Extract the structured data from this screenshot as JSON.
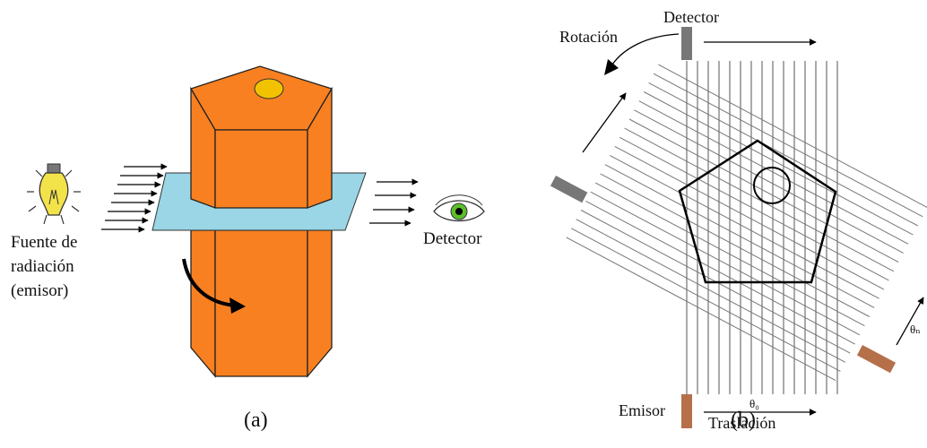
{
  "panel_a": {
    "caption": "(a)",
    "source_label": [
      "Fuente de",
      "radiación",
      "(emisor)"
    ],
    "detector_label": "Detector",
    "icons": [
      "light-bulb-icon",
      "eye-icon",
      "rotation-arrow-icon"
    ],
    "colors": {
      "prism": "#f98020",
      "slice": "#9ad6e6",
      "top_ellipse": "#f2c200",
      "bulb": "#f3e34a",
      "eye_iris": "#5bbf2c"
    }
  },
  "panel_b": {
    "caption": "(b)",
    "detector_label": "Detector",
    "rotation_label": "Rotación",
    "emitter_label": "Emisor",
    "translation_label": "Traslación",
    "theta_0": "θ₀",
    "theta_n": "θₙ",
    "colors": {
      "detector_block": "#777777",
      "emitter_block": "#b5704a",
      "beam": "#555555"
    }
  }
}
